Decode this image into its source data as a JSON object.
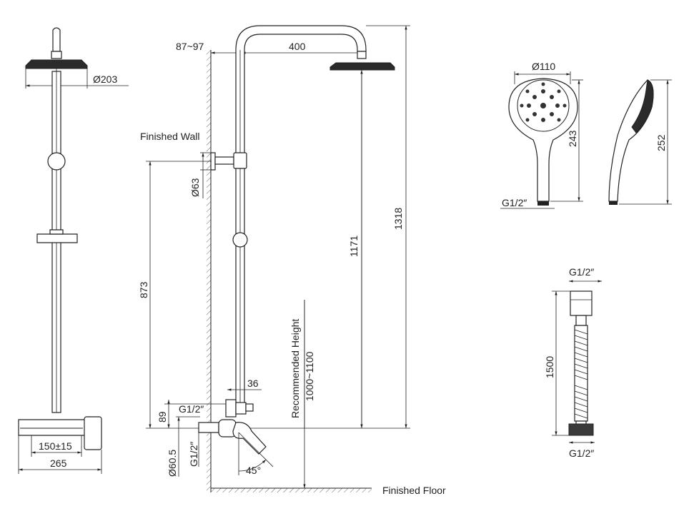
{
  "labels": {
    "head_diameter": "Ø203",
    "wall_offset": "87~97",
    "arm_length": "400",
    "finished_wall": "Finished Wall",
    "bracket_diameter": "Ø63",
    "height_873": "873",
    "height_1171": "1171",
    "height_1318": "1318",
    "recommended_height": "Recommended Height",
    "recommended_range": "1000~1100",
    "dim_36": "36",
    "thread_top": "G1/2″",
    "dim_89": "89",
    "dim_60_5": "Ø60.5",
    "thread_side": "G1/2″",
    "angle": "45°",
    "finished_floor": "Finished Floor",
    "centers": "150±15",
    "width_265": "265",
    "hand_diameter": "Ø110",
    "hand_length_front": "243",
    "hand_thread": "G1/2″",
    "hand_length_side": "252",
    "hose_thread_top": "G1/2″",
    "hose_length": "1500",
    "hose_thread_bottom": "G1/2″"
  }
}
